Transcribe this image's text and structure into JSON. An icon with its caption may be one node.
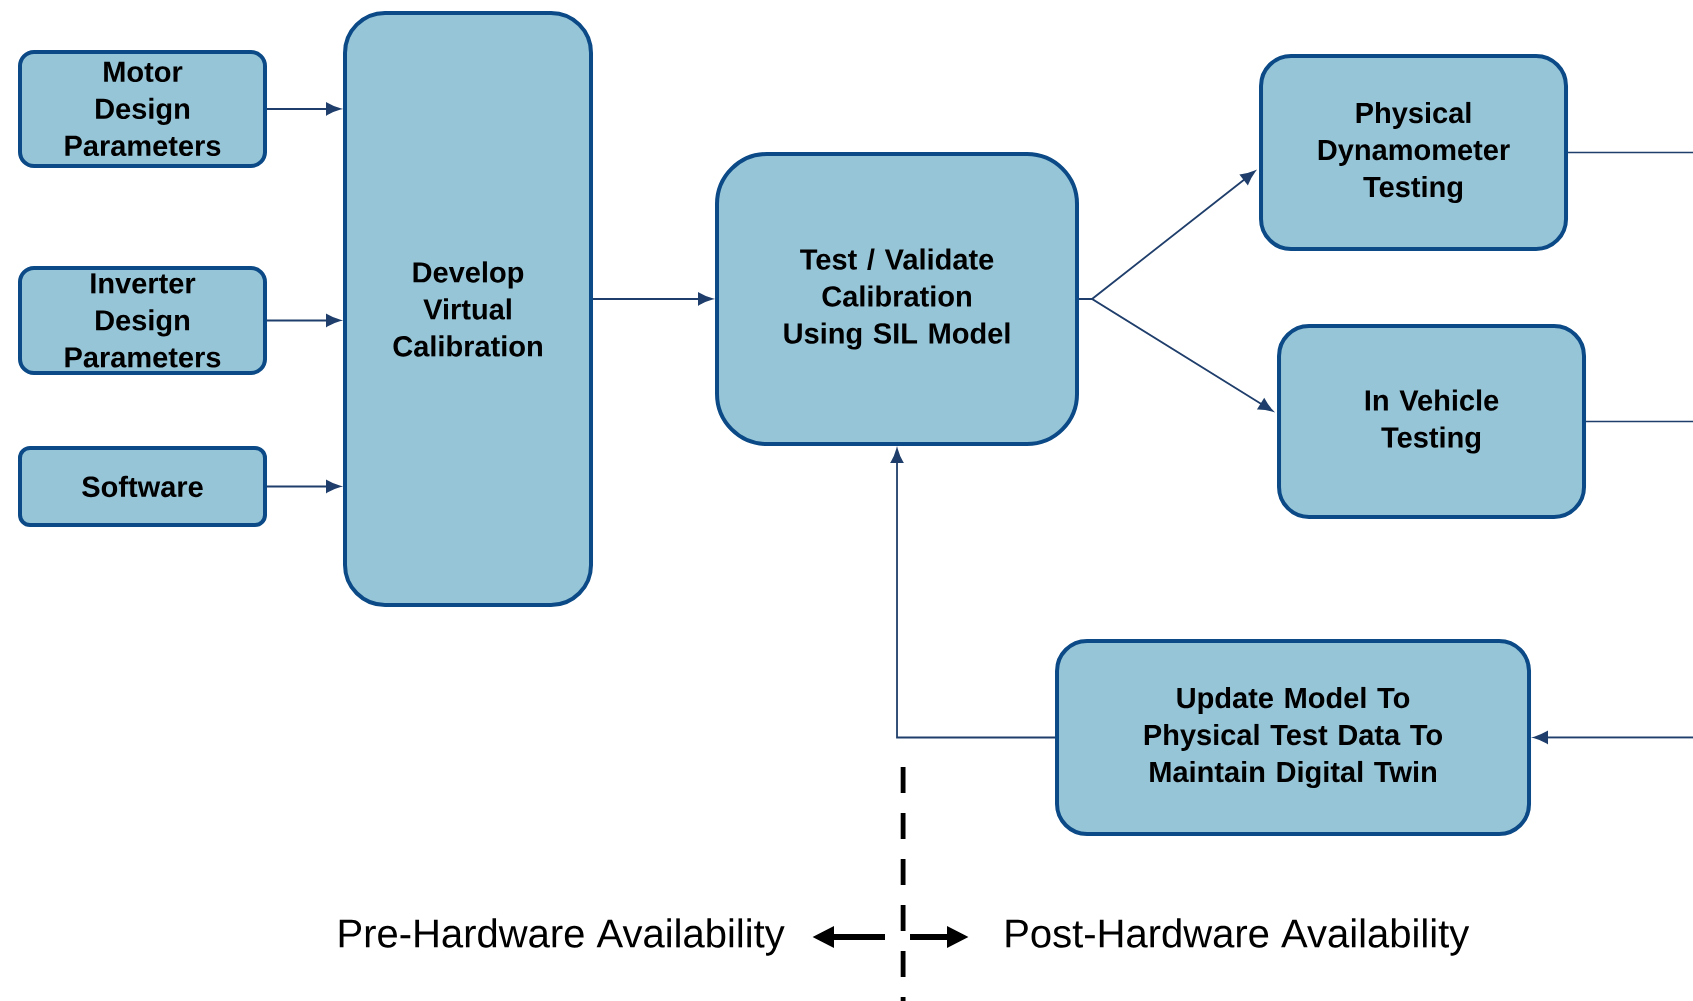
{
  "diagram": {
    "nodes": [
      {
        "text": [
          "Motor Design Parameters"
        ]
      },
      {
        "text": [
          "Inverter Design Parameters"
        ]
      },
      {
        "text": [
          "Software"
        ]
      },
      {
        "text": [
          "Develop Virtual Calibration"
        ]
      },
      {
        "text": [
          "Test / Validate Calibration Using SIL Model"
        ]
      },
      {
        "text": [
          "Physical Dynamometer Testing"
        ]
      },
      {
        "text": [
          "In Vehicle Testing"
        ]
      },
      {
        "text": [
          "Update Model To Physical Test Data To Maintain Digital Twin"
        ]
      }
    ],
    "edges": [
      {
        "from": 0,
        "to": 3,
        "arrow": "to"
      },
      {
        "from": 1,
        "to": 3,
        "arrow": "to"
      },
      {
        "from": 2,
        "to": 3,
        "arrow": "to"
      },
      {
        "from": 3,
        "to": 4,
        "arrow": "to"
      },
      {
        "from": 4,
        "to": 5,
        "arrow": "to"
      },
      {
        "from": 4,
        "to": 6,
        "arrow": "to"
      },
      {
        "from": 7,
        "to": 4,
        "arrow": "to"
      },
      {
        "from": 5,
        "to": null,
        "arrow": "none"
      },
      {
        "from": 6,
        "to": null,
        "arrow": "none"
      },
      {
        "from": null,
        "to": 7,
        "arrow": "to"
      }
    ],
    "labels": [
      "Pre-Hardware Availability",
      "Post-Hardware Availability"
    ]
  }
}
